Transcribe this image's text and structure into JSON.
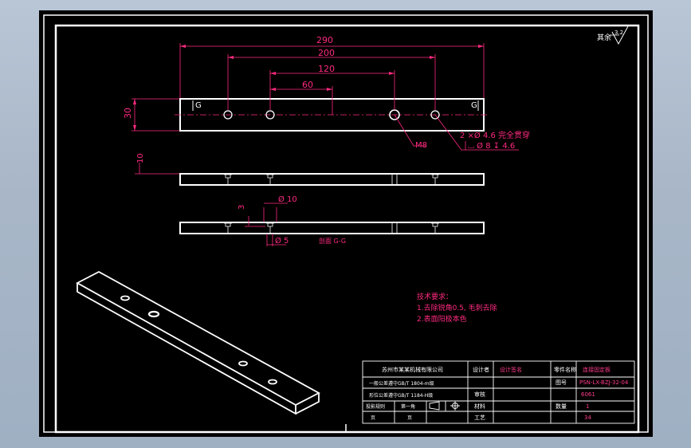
{
  "colors": {
    "background": "#000000",
    "frame": "#ffffff",
    "dimension": "#ff2a7f",
    "centerline": "#ff2a7f",
    "title_text": "#ffffff",
    "title_text_accent": "#ff3b8a"
  },
  "dimensions": {
    "d290": "290",
    "d200": "200",
    "d120": "120",
    "d60": "60",
    "d30": "30",
    "d10": "10",
    "d3": "3",
    "dia10": "Ø 10",
    "dia5": "Ø 5",
    "m8": "M8",
    "hole_callout_1": "2 ×Ø 4.6 完全贯穿",
    "hole_callout_2": "⌴ Ø 8 ↧ 4.6",
    "g_left": "G",
    "g_right": "G",
    "section_label": "剖面 G-G",
    "roughness_value": "3.2",
    "roughness_prefix": "其余"
  },
  "notes": {
    "title": "技术要求：",
    "line1": "1.去除锐角0.5, 毛刺去除",
    "line2": "2.表面阳极本色"
  },
  "title_block": {
    "company": "苏州市某某机械有限公司",
    "row2": "一般公差遵守GB/T 1804-m级",
    "row3": "形位公差遵守GB/T 1184-H级",
    "row4_a": "投影规则",
    "row4_b": "第一角",
    "row5_a": "页",
    "row5_b": "页",
    "label_drawing": "设计者",
    "label_check": "审核",
    "label_material": "材料",
    "label_qty": "数量",
    "label_proc": "工艺",
    "label_name": "零件名称",
    "label_no": "图号",
    "designer": "设计签名",
    "part_name": "连接固定板",
    "part_no": "PSN-LX-BZJ-32-04",
    "material": "6061",
    "quantity": "1",
    "finish": "34"
  }
}
